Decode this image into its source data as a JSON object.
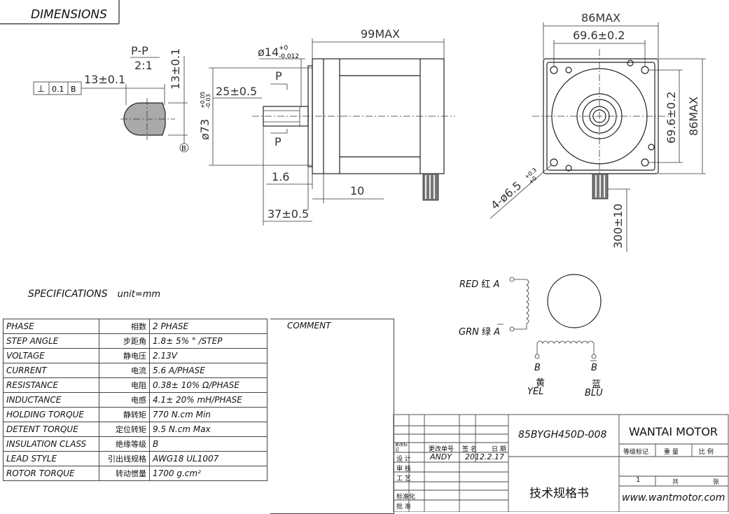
{
  "headings": {
    "dimensions": "DIMENSIONS",
    "specifications": "SPECIFICATIONS",
    "unit": "unit=mm"
  },
  "dimensions": {
    "section_label": "P-P",
    "section_scale": "2:1",
    "tolerance_frame": [
      "⊥",
      "0.1",
      "B"
    ],
    "flat_width": "13±0.1",
    "flat_height": "13±0.1",
    "datum": "B",
    "shaft_dia": "ø14",
    "shaft_tol_upper": "+0",
    "shaft_tol_lower": "-0.012",
    "body_length": "99MAX",
    "shaft_length": "25±0.5",
    "pilot_dia": "ø73",
    "pilot_tol_upper": "+0.05",
    "pilot_tol_lower": "-0.03",
    "section_mark_top": "P",
    "section_mark_bottom": "P",
    "flange_thickness": "1.6",
    "flange_width": "10",
    "total_shaft": "37±0.5",
    "frame_width": "86MAX",
    "hole_spacing_h": "69.6±0.2",
    "hole_spacing_v": "69.6±0.2",
    "frame_height": "86MAX",
    "mount_holes": "4-ø6.5",
    "mount_tol_upper": "+0.3",
    "mount_tol_lower": "+0",
    "lead_length": "300±10"
  },
  "wiring": {
    "red_label": "RED",
    "red_cn": "红",
    "phase_a": "A",
    "grn_label": "GRN",
    "grn_cn": "绿",
    "phase_a_bar": "A",
    "b_label": "B",
    "b_bar_label": "B",
    "yel_cn": "黄",
    "yel_label": "YEL",
    "blu_cn": "蓝",
    "blu_label": "BLU"
  },
  "specs": [
    {
      "name": "PHASE",
      "cn": "相数",
      "value": "2  PHASE"
    },
    {
      "name": "STEP ANGLE",
      "cn": "步距角",
      "value": "1.8± 5% ° /STEP"
    },
    {
      "name": "VOLTAGE",
      "cn": "静电压",
      "value": "2.13V"
    },
    {
      "name": "CURRENT",
      "cn": "电流",
      "value": "5.6 A/PHASE"
    },
    {
      "name": "RESISTANCE",
      "cn": "电阻",
      "value": "0.38± 10%  Ω/PHASE"
    },
    {
      "name": "INDUCTANCE",
      "cn": "电感",
      "value": "4.1± 20% mH/PHASE"
    },
    {
      "name": "HOLDING TORQUE",
      "cn": "静转矩",
      "value": "770  N.cm Min"
    },
    {
      "name": "DETENT TORQUE",
      "cn": "定位转矩",
      "value": "9.5 N.cm Max"
    },
    {
      "name": "INSULATION CLASS",
      "cn": "绝缘等级",
      "value": "B"
    },
    {
      "name": "LEAD STYLE",
      "cn": "引出线规格",
      "value": "AWG18 UL1007"
    },
    {
      "name": "ROTOR TORQUE",
      "cn": "转动惯量",
      "value": "1700 g.cm²"
    }
  ],
  "comment_label": "COMMENT",
  "title_block": {
    "model": "85BYGH450D-008",
    "company": "WANTAI MOTOR",
    "doc_title": "技术规格书",
    "website": "www.wantmotor.com",
    "rev_mark": "更改标记",
    "change_no": "更改单号",
    "signature": "签  名",
    "date_label": "日  期",
    "design": "设  计",
    "designer": "ANDY",
    "design_date": "2012.2.17",
    "review": "审  核",
    "process": "工  艺",
    "standard": "标准化",
    "approve": "批  准",
    "grade_mark": "等级标记",
    "weight": "重   量",
    "scale": "比   例",
    "sheet_no": "1",
    "total": "共",
    "sheet": "张"
  }
}
